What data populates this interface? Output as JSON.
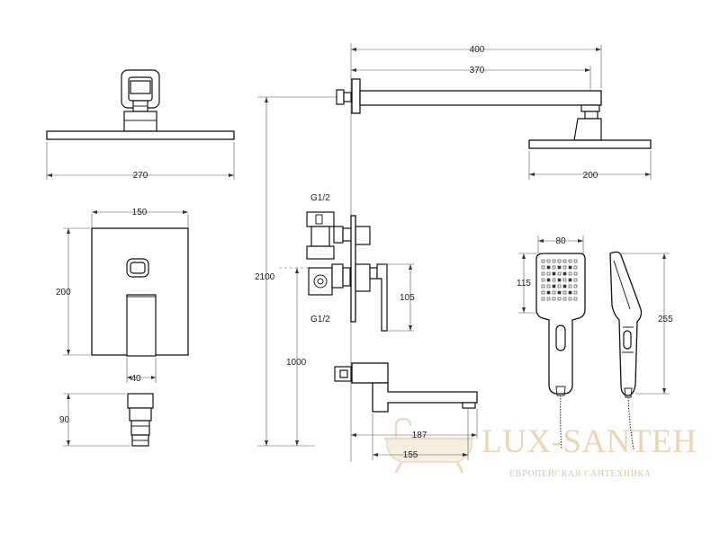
{
  "dimensions": {
    "head_top_width": "270",
    "mixer_width": "150",
    "mixer_height": "200",
    "lever_width": "40",
    "lever_depth": "90",
    "total_height": "2100",
    "mixer_floor_height": "1000",
    "arm_total": "400",
    "arm_length": "370",
    "head_side_width": "200",
    "thread_top": "G1/2",
    "thread_bottom": "G1/2",
    "valve_depth": "105",
    "spout_total": "187",
    "spout_length": "155",
    "handshower_width": "80",
    "handshower_head_height": "115",
    "handshower_length": "255"
  },
  "watermark": {
    "brand": "LUX-SANTEH",
    "tagline": "ЕВРОПЕЙСКАЯ САНТЕХНИКА"
  },
  "colors": {
    "line": "#222222",
    "watermark": "#e8d6b4"
  }
}
